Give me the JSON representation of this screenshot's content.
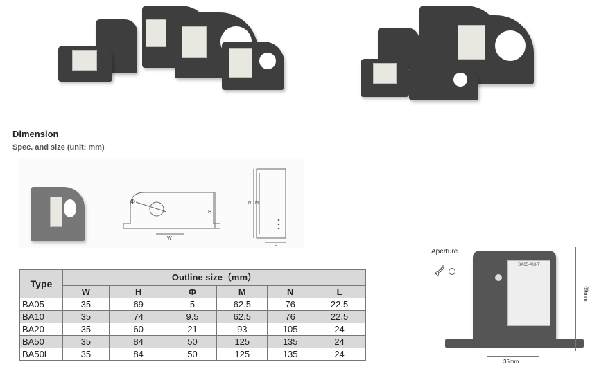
{
  "heading": "Dimension",
  "subheading": "Spec. and size (unit:  mm)",
  "diagram_labels": {
    "phi": "Φ",
    "h": "H",
    "w": "W",
    "n": "N",
    "m": "M",
    "l": "L"
  },
  "table": {
    "type_header": "Type",
    "group_header": "Outline size（mm）",
    "columns": [
      "W",
      "H",
      "Φ",
      "M",
      "N",
      "L"
    ],
    "rows": [
      {
        "type": "BA05",
        "values": [
          "35",
          "69",
          "5",
          "62.5",
          "76",
          "22.5"
        ]
      },
      {
        "type": "BA10",
        "values": [
          "35",
          "74",
          "9.5",
          "62.5",
          "76",
          "22.5"
        ]
      },
      {
        "type": "BA20",
        "values": [
          "35",
          "60",
          "21",
          "93",
          "105",
          "24"
        ]
      },
      {
        "type": "BA50",
        "values": [
          "35",
          "84",
          "50",
          "125",
          "135",
          "24"
        ]
      },
      {
        "type": "BA50L",
        "values": [
          "35",
          "84",
          "50",
          "125",
          "135",
          "24"
        ]
      }
    ]
  },
  "photo_annotations": {
    "aperture": "Aperture",
    "aperture_size": "5mm",
    "height": "69mm",
    "width": "35mm",
    "label_model": "BA05-AI/I-T"
  }
}
